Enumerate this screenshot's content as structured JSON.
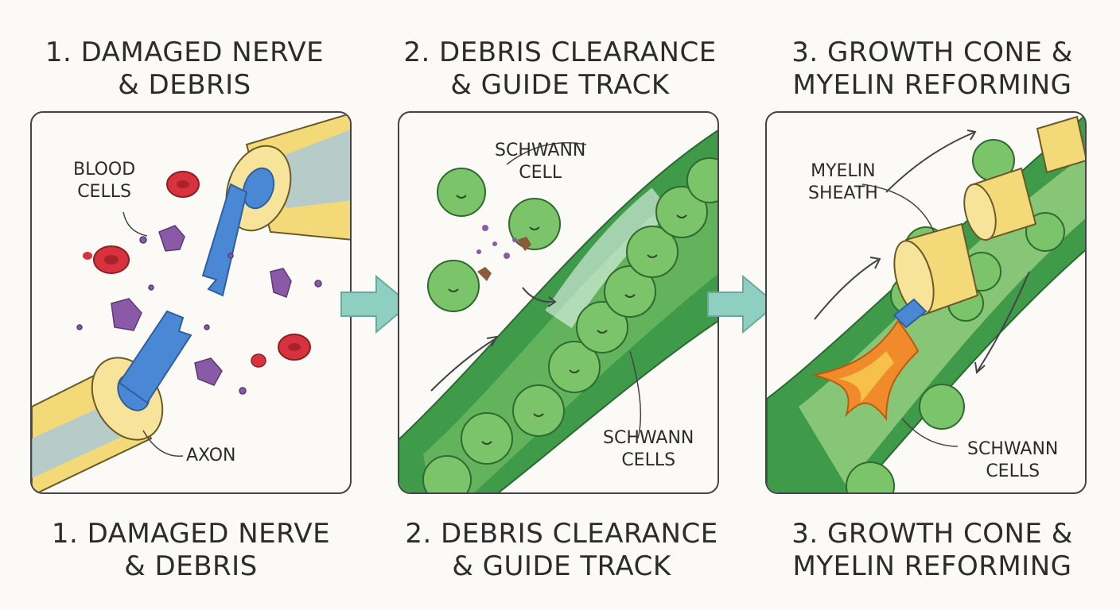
{
  "panels": [
    {
      "title_top": "1. DAMAGED NERVE\n& DEBRIS",
      "title_bottom": "1. DAMAGED NERVE\n& DEBRIS",
      "labels": {
        "blood_cells": "BLOOD\nCELLS",
        "axon": "AXON"
      }
    },
    {
      "title_top": "2. DEBRIS CLEARANCE\n& GUIDE TRACK",
      "title_bottom": "2. DEBRIS CLEARANCE\n& GUIDE TRACK",
      "labels": {
        "schwann_cell": "SCHWANN\nCELL",
        "schwann_cells": "SCHWANN\nCELLS"
      }
    },
    {
      "title_top": "3. GROWTH CONE &\nMYELIN REFORMING",
      "title_bottom": "3. GROWTH CONE &\nMYELIN REFORMING",
      "labels": {
        "myelin_sheath": "MYELIN\nSHEATH",
        "schwann_cells": "SCHWANN\nCELLS"
      }
    }
  ],
  "colors": {
    "myelin": "#f3d978",
    "axon": "#4a88d6",
    "blood_cell": "#d8323f",
    "debris": "#8a5aa8",
    "schwann": "#7cc46a",
    "track": "#3f9a4a",
    "growth_cone": "#f08a2a",
    "process_arrow": "#8fcfc2"
  }
}
